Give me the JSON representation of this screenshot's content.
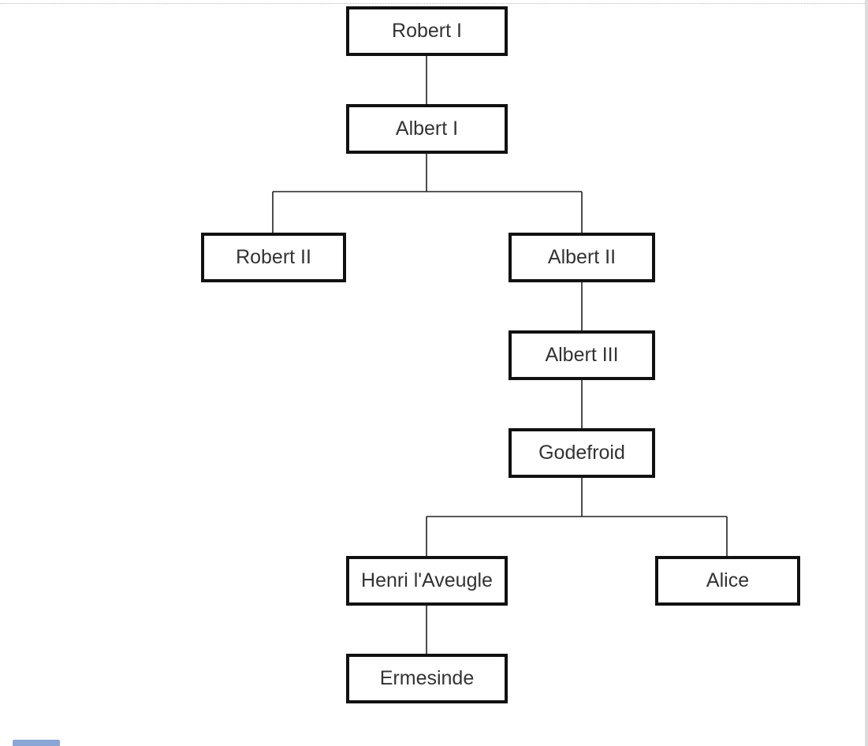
{
  "tree": {
    "nodes": [
      {
        "id": "robert-i",
        "label": "Robert I"
      },
      {
        "id": "albert-i",
        "label": "Albert I"
      },
      {
        "id": "robert-ii",
        "label": "Robert II"
      },
      {
        "id": "albert-ii",
        "label": "Albert II"
      },
      {
        "id": "albert-iii",
        "label": "Albert III"
      },
      {
        "id": "godefroid",
        "label": "Godefroid"
      },
      {
        "id": "henri",
        "label": "Henri l'Aveugle"
      },
      {
        "id": "alice",
        "label": "Alice"
      },
      {
        "id": "ermesinde",
        "label": "Ermesinde"
      }
    ],
    "edges": [
      {
        "from": "robert-i",
        "to": "albert-i"
      },
      {
        "from": "albert-i",
        "to": "robert-ii"
      },
      {
        "from": "albert-i",
        "to": "albert-ii"
      },
      {
        "from": "albert-ii",
        "to": "albert-iii"
      },
      {
        "from": "albert-iii",
        "to": "godefroid"
      },
      {
        "from": "godefroid",
        "to": "henri"
      },
      {
        "from": "godefroid",
        "to": "alice"
      },
      {
        "from": "henri",
        "to": "ermesinde"
      }
    ]
  },
  "colors": {
    "box_border": "#111111",
    "text": "#333333",
    "connector": "#222222"
  }
}
